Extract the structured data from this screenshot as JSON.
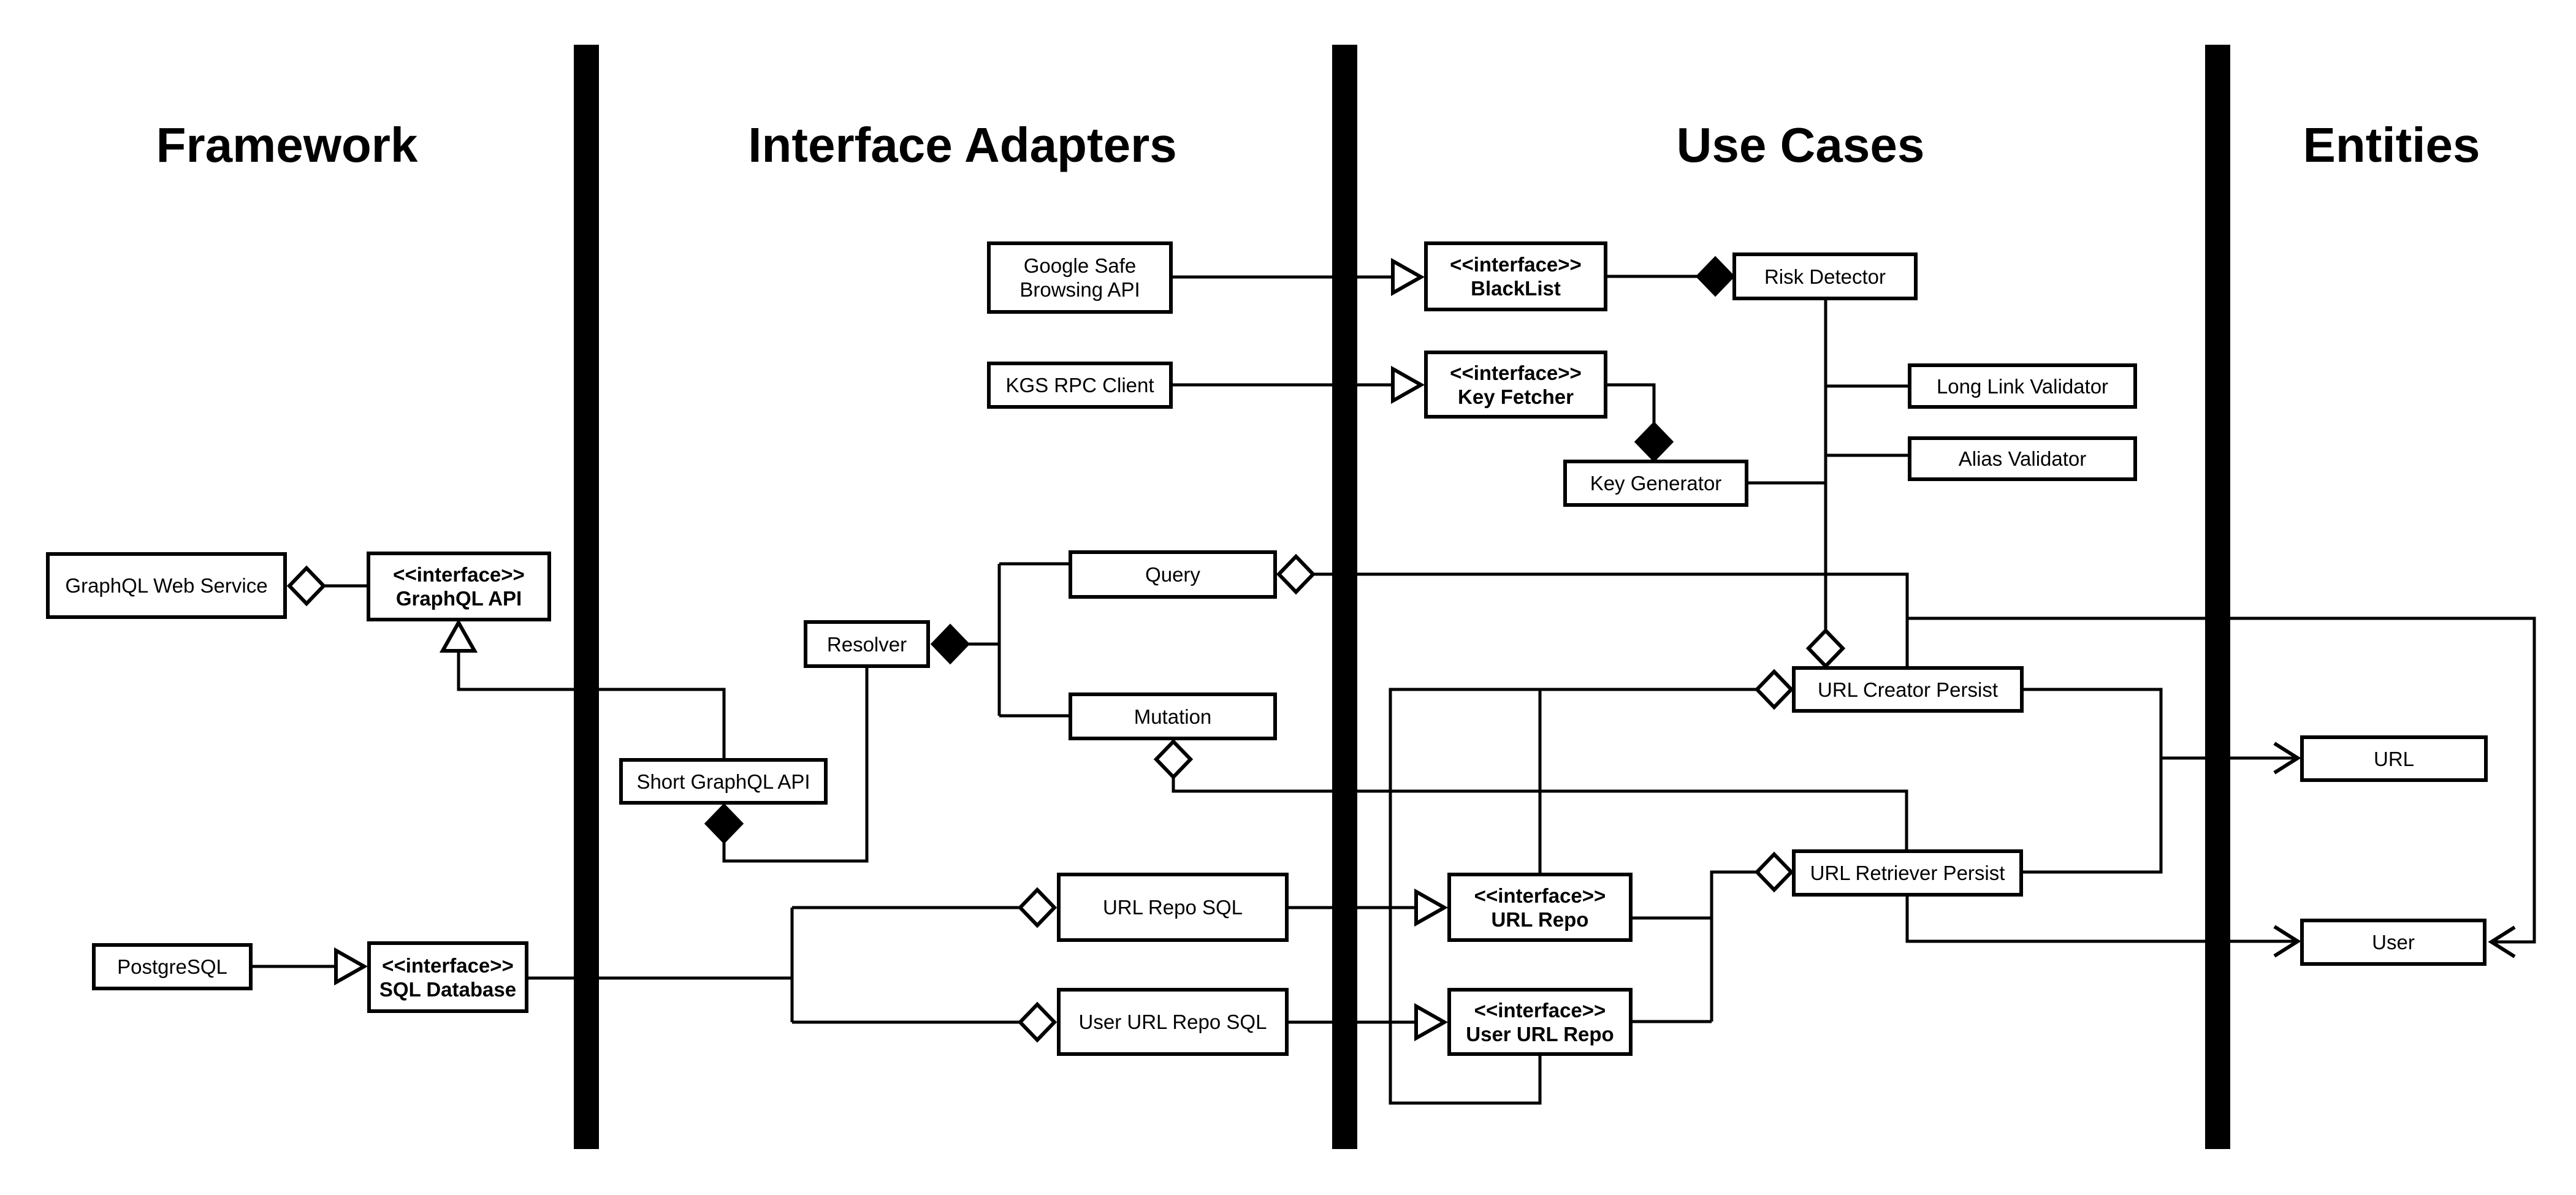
{
  "diagram": {
    "titles": [
      "Framework",
      "Interface Adapters",
      "Use Cases",
      "Entities"
    ],
    "stereotype": "<<interface>>",
    "colors": {
      "line": "#000000",
      "background": "#ffffff",
      "bar": "#000000"
    },
    "boxes": {
      "gsb": "Google Safe Browsing API",
      "kgs": "KGS RPC Client",
      "blacklist": "BlackList",
      "key_fetcher": "Key Fetcher",
      "risk_detector": "Risk Detector",
      "long_link_validator": "Long Link Validator",
      "alias_validator": "Alias Validator",
      "key_generator": "Key Generator",
      "graphql_web_service": "GraphQL Web Service",
      "graphql_api": "GraphQL API",
      "resolver": "Resolver",
      "query": "Query",
      "mutation": "Mutation",
      "short_graphql_api": "Short GraphQL API",
      "url_creator_persist": "URL Creator Persist",
      "url_retriever_persist": "URL Retriever Persist",
      "url_repo_sql": "URL Repo SQL",
      "user_url_repo_sql": "User URL Repo SQL",
      "url_repo": "URL Repo",
      "user_url_repo": "User URL Repo",
      "postgresql": "PostgreSQL",
      "sql_database": "SQL Database",
      "url": "URL",
      "user": "User"
    },
    "edges": [
      {
        "from": "Google Safe Browsing API",
        "to": "BlackList",
        "type": "realization"
      },
      {
        "from": "KGS RPC Client",
        "to": "Key Fetcher",
        "type": "realization"
      },
      {
        "from": "BlackList",
        "to": "Risk Detector",
        "type": "composition"
      },
      {
        "from": "Key Fetcher",
        "to": "Key Generator",
        "type": "composition"
      },
      {
        "from": "Risk Detector",
        "to": "Long Link Validator",
        "type": "association"
      },
      {
        "from": "Risk Detector",
        "to": "Alias Validator",
        "type": "association"
      },
      {
        "from": "Risk Detector",
        "to": "Key Generator",
        "type": "association"
      },
      {
        "from": "Risk Detector",
        "to": "URL Creator Persist",
        "type": "aggregation"
      },
      {
        "from": "GraphQL Web Service",
        "to": "GraphQL API",
        "type": "aggregation"
      },
      {
        "from": "Short GraphQL API",
        "to": "GraphQL API",
        "type": "realization"
      },
      {
        "from": "Short GraphQL API",
        "to": "Resolver",
        "type": "composition"
      },
      {
        "from": "Resolver",
        "to": "Query",
        "type": "composition"
      },
      {
        "from": "Resolver",
        "to": "Mutation",
        "type": "composition"
      },
      {
        "from": "Query",
        "to": "URL Creator Persist",
        "type": "aggregation"
      },
      {
        "from": "Query",
        "to": "User",
        "type": "directed"
      },
      {
        "from": "Mutation",
        "to": "URL Retriever Persist",
        "type": "aggregation"
      },
      {
        "from": "URL Creator Persist",
        "to": "URL Repo",
        "type": "aggregation"
      },
      {
        "from": "URL Creator Persist",
        "to": "User URL Repo",
        "type": "aggregation"
      },
      {
        "from": "URL Creator Persist",
        "to": "URL",
        "type": "directed"
      },
      {
        "from": "URL Retriever Persist",
        "to": "URL Repo",
        "type": "aggregation"
      },
      {
        "from": "URL Retriever Persist",
        "to": "User URL Repo",
        "type": "aggregation"
      },
      {
        "from": "URL Retriever Persist",
        "to": "User",
        "type": "directed"
      },
      {
        "from": "PostgreSQL",
        "to": "SQL Database",
        "type": "realization"
      },
      {
        "from": "SQL Database",
        "to": "URL Repo SQL",
        "type": "aggregation"
      },
      {
        "from": "SQL Database",
        "to": "User URL Repo SQL",
        "type": "aggregation"
      },
      {
        "from": "URL Repo SQL",
        "to": "URL Repo",
        "type": "realization"
      },
      {
        "from": "User URL Repo SQL",
        "to": "User URL Repo",
        "type": "realization"
      }
    ]
  }
}
